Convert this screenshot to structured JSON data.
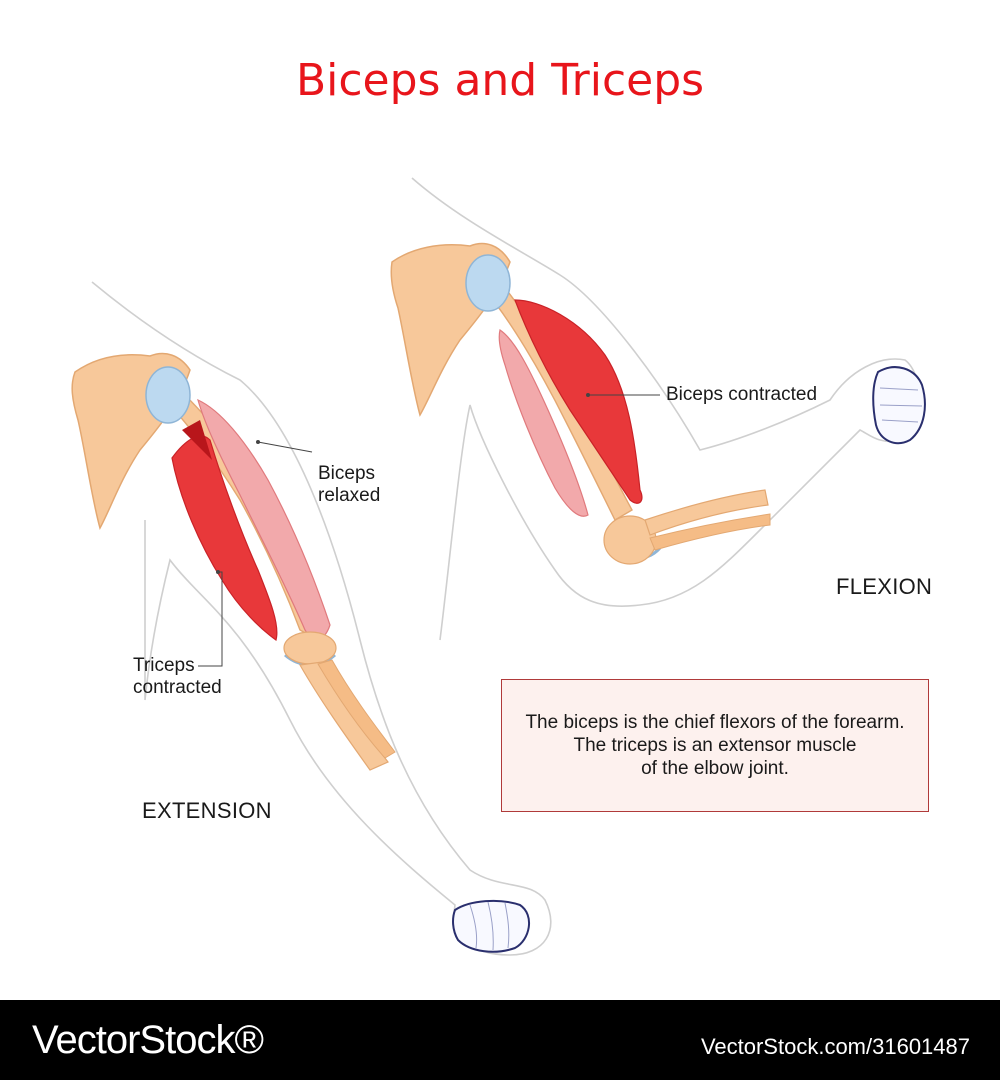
{
  "title": "Biceps and Triceps",
  "labels": {
    "biceps_relaxed": [
      "Biceps",
      "relaxed"
    ],
    "triceps_contracted": [
      "Triceps",
      "contracted"
    ],
    "biceps_contracted": "Biceps contracted",
    "extension": "EXTENSION",
    "flexion": "FLEXION"
  },
  "note": {
    "line1": "The biceps is the chief flexors of the forearm.",
    "line2": "The triceps is an extensor muscle",
    "line3": "of the elbow joint."
  },
  "footer": {
    "brand": "VectorStock®",
    "stock_id": "VectorStock.com/31601487"
  },
  "colors": {
    "title": "#e8151b",
    "muscle_contracted": "#e8383a",
    "muscle_relaxed": "#f2a9ab",
    "bone": "#f7c89a",
    "cartilage": "#bcd9f0",
    "outline": "#c9c9c9"
  }
}
